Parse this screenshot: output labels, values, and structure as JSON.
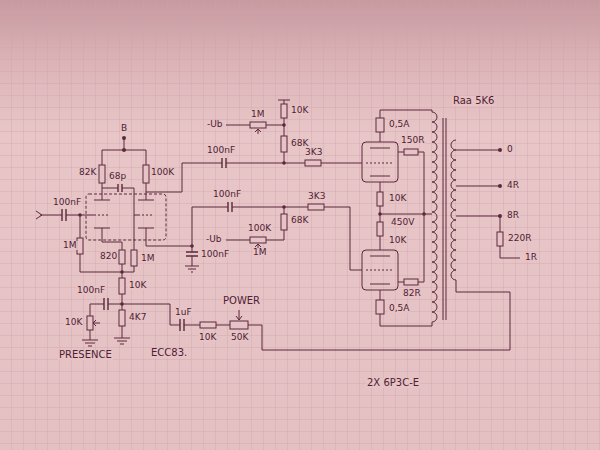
{
  "diagram": {
    "labels": [
      "B",
      "100nF",
      "82K",
      "100K",
      "68p",
      "1M",
      "820",
      "1M",
      "100nF",
      "10K",
      "4K7",
      "100nF",
      "10K",
      "PRESENCE",
      "ECC83.",
      "1uF",
      "10K",
      "50K",
      "POWER",
      "100nF",
      "100nF",
      "-Ub",
      "1M",
      "10K",
      "68K",
      "3K3",
      "-Ub",
      "100K",
      "1M",
      "68K",
      "3K3",
      "0,5A",
      "0,5A",
      "150R",
      "10K",
      "450V",
      "10K",
      "82R",
      "Raa 5K6",
      "0",
      "4R",
      "8R",
      "220R",
      "1R",
      "2X 6P3C-E"
    ]
  }
}
